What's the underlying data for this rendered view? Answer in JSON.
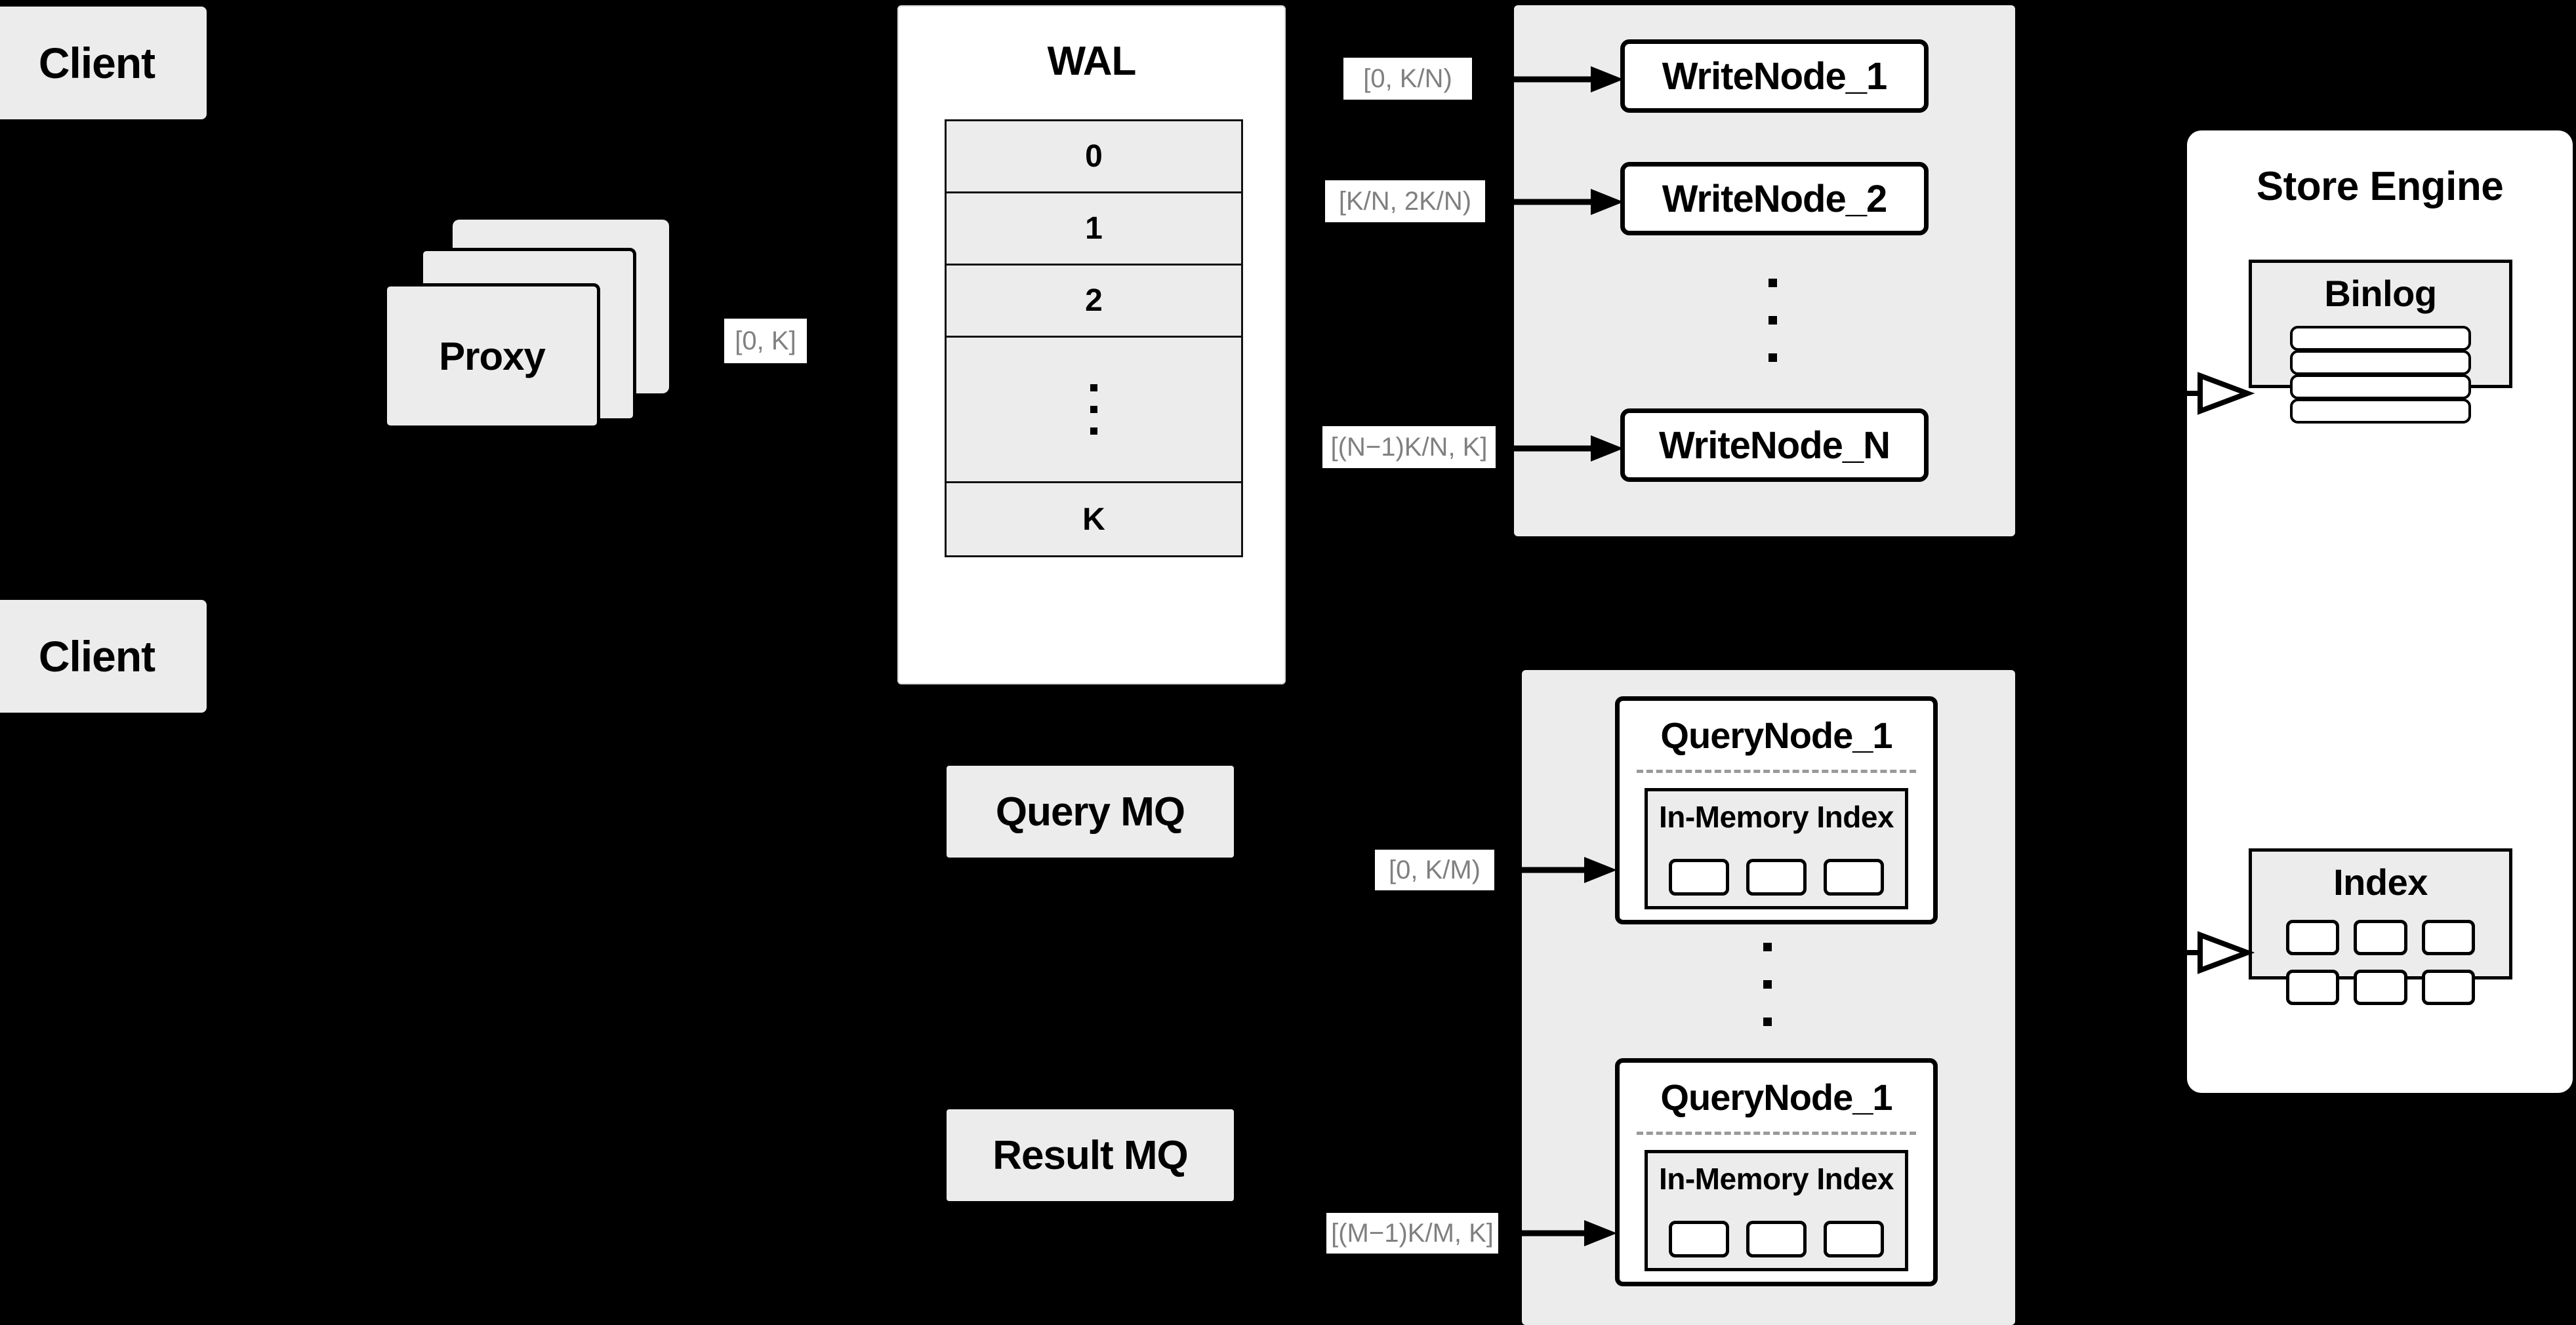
{
  "diagram": {
    "title": "Distributed vector database write/query architecture",
    "background": "#000000",
    "box_fill": "#ececec",
    "node_fill": "#ffffff",
    "tag_text_color": "#808080"
  },
  "clients": [
    {
      "label": "Client"
    },
    {
      "label": "Client"
    }
  ],
  "proxy": {
    "label": "Proxy",
    "stack_count": 3
  },
  "proxy_range_tag": {
    "label": "[0, K]"
  },
  "wal": {
    "title": "WAL",
    "rows": [
      "0",
      "1",
      "2",
      "⋮",
      "K"
    ],
    "row_labels": {
      "r0": "0",
      "r1": "1",
      "r2": "2",
      "r3_ellipsis": "⋮",
      "r4": "K"
    }
  },
  "write_cluster": {
    "nodes": [
      {
        "label": "WriteNode_1",
        "range_tag": "[0,  K/N)"
      },
      {
        "label": "WriteNode_2",
        "range_tag": "[K/N, 2K/N)"
      },
      {
        "label": "WriteNode_N",
        "range_tag": "[(N−1)K/N,  K]"
      }
    ],
    "ellipsis": "⋮"
  },
  "query_mq": {
    "label": "Query MQ"
  },
  "result_mq": {
    "label": "Result MQ"
  },
  "query_cluster": {
    "nodes": [
      {
        "label": "QueryNode_1",
        "range_tag": "[0, K/M)",
        "inner": {
          "title": "In-Memory Index",
          "chip_count": 3
        }
      },
      {
        "label": "QueryNode_1",
        "range_tag": "[(M−1)K/M, K]",
        "inner": {
          "title": "In-Memory Index",
          "chip_count": 3
        }
      }
    ],
    "ellipsis": "⋮"
  },
  "store_engine": {
    "title": "Store Engine",
    "binlog": {
      "title": "Binlog",
      "bar_count": 4
    },
    "index": {
      "title": "Index",
      "chip_count": 6,
      "rows": 2,
      "cols": 3
    }
  }
}
